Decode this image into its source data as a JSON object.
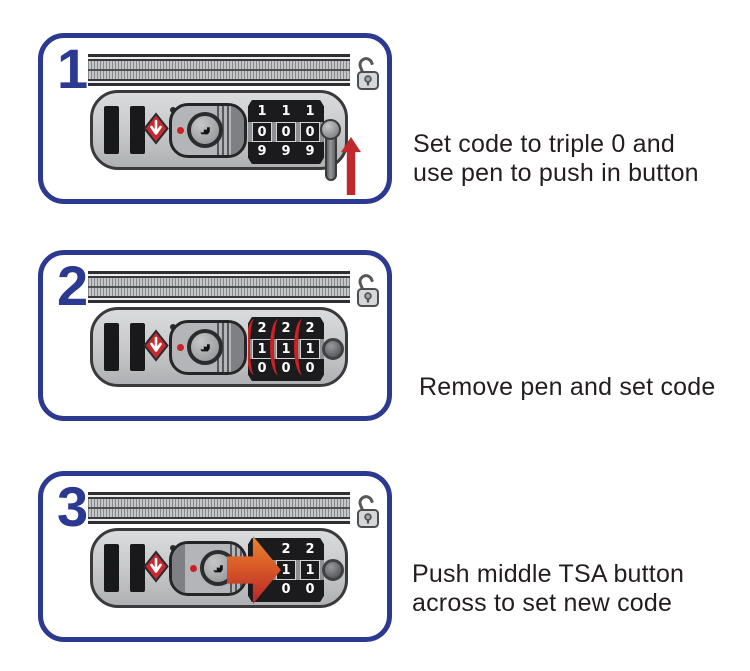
{
  "steps": [
    {
      "number": "1",
      "caption_lines": [
        "Set code to triple 0 and",
        "use pen to push in button"
      ],
      "dials": [
        [
          "1",
          "0",
          "9"
        ],
        [
          "1",
          "0",
          "9"
        ],
        [
          "1",
          "0",
          "9"
        ]
      ],
      "lock_state": "unlocked"
    },
    {
      "number": "2",
      "caption_lines": [
        "Remove pen and set code"
      ],
      "dials": [
        [
          "2",
          "1",
          "0"
        ],
        [
          "2",
          "1",
          "0"
        ],
        [
          "2",
          "1",
          "0"
        ]
      ],
      "lock_state": "unlocked"
    },
    {
      "number": "3",
      "caption_lines": [
        "Push middle TSA button",
        "across to set new code"
      ],
      "dials": [
        [
          "2",
          "1",
          "0"
        ],
        [
          "2",
          "1",
          "0"
        ]
      ],
      "lock_state": "unlocked"
    }
  ],
  "icons": {
    "padlock": "unlocked-padlock-icon",
    "tsa_logo": "red-diamond-travel-sentry-icon",
    "keyhole": "tsa-keyhole-icon",
    "pen": "pen-pushing-button",
    "up_arrow": "red-up-arrow",
    "push_arrow": "orange-red-right-arrow",
    "rotate_arcs": "red-dial-rotation-arcs"
  },
  "colors": {
    "panel_border": "#2b3990",
    "step_number": "#2b3990",
    "caption_text": "#221e1f",
    "arrow_red": "#c1272d",
    "arrow_orange": "#e8852f",
    "tsa_red": "#c62a2f",
    "lock_gray": "#c6c7c9"
  }
}
